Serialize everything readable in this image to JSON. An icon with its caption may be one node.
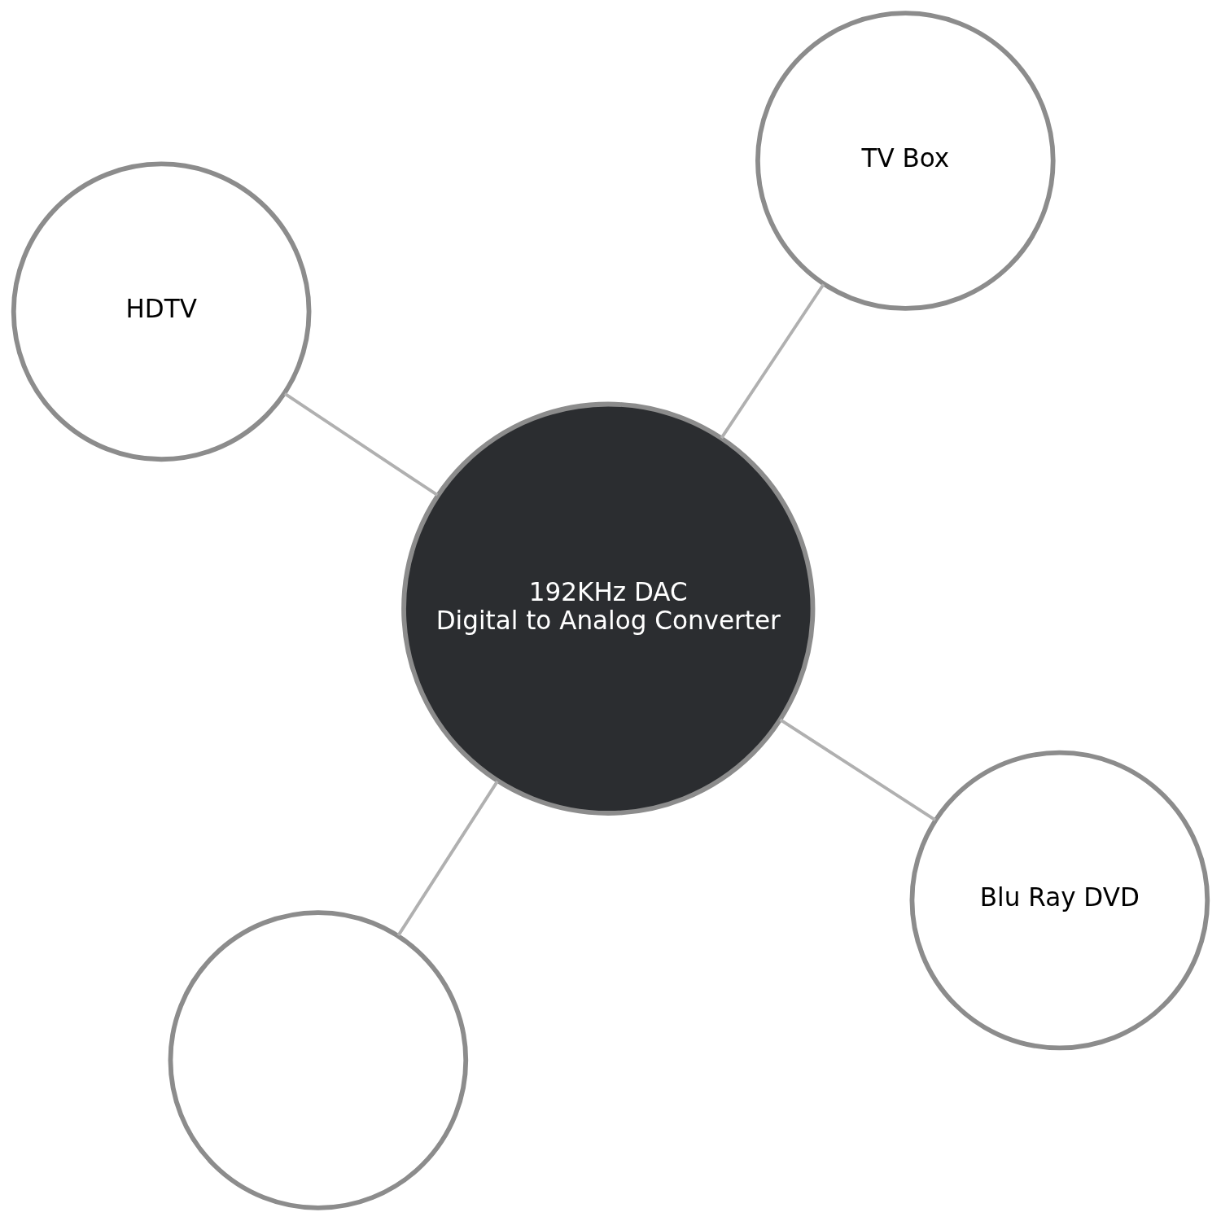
{
  "diagram": {
    "nodes": [
      {
        "text": [
          "192KHz DAC",
          "Digital to Analog Converter"
        ]
      },
      {
        "text": [
          "Blu Ray DVD"
        ]
      },
      {
        "text": [],
        "shape": "circle"
      },
      {
        "text": [
          "HDTV"
        ]
      },
      {
        "text": [
          "TV Box"
        ]
      }
    ],
    "edges": [
      {
        "from": 0,
        "to": 1,
        "arrow": "none"
      },
      {
        "from": 0,
        "to": 2,
        "arrow": "none"
      },
      {
        "from": 0,
        "to": 3,
        "arrow": "none"
      },
      {
        "from": 0,
        "to": 4,
        "arrow": "none"
      }
    ]
  }
}
